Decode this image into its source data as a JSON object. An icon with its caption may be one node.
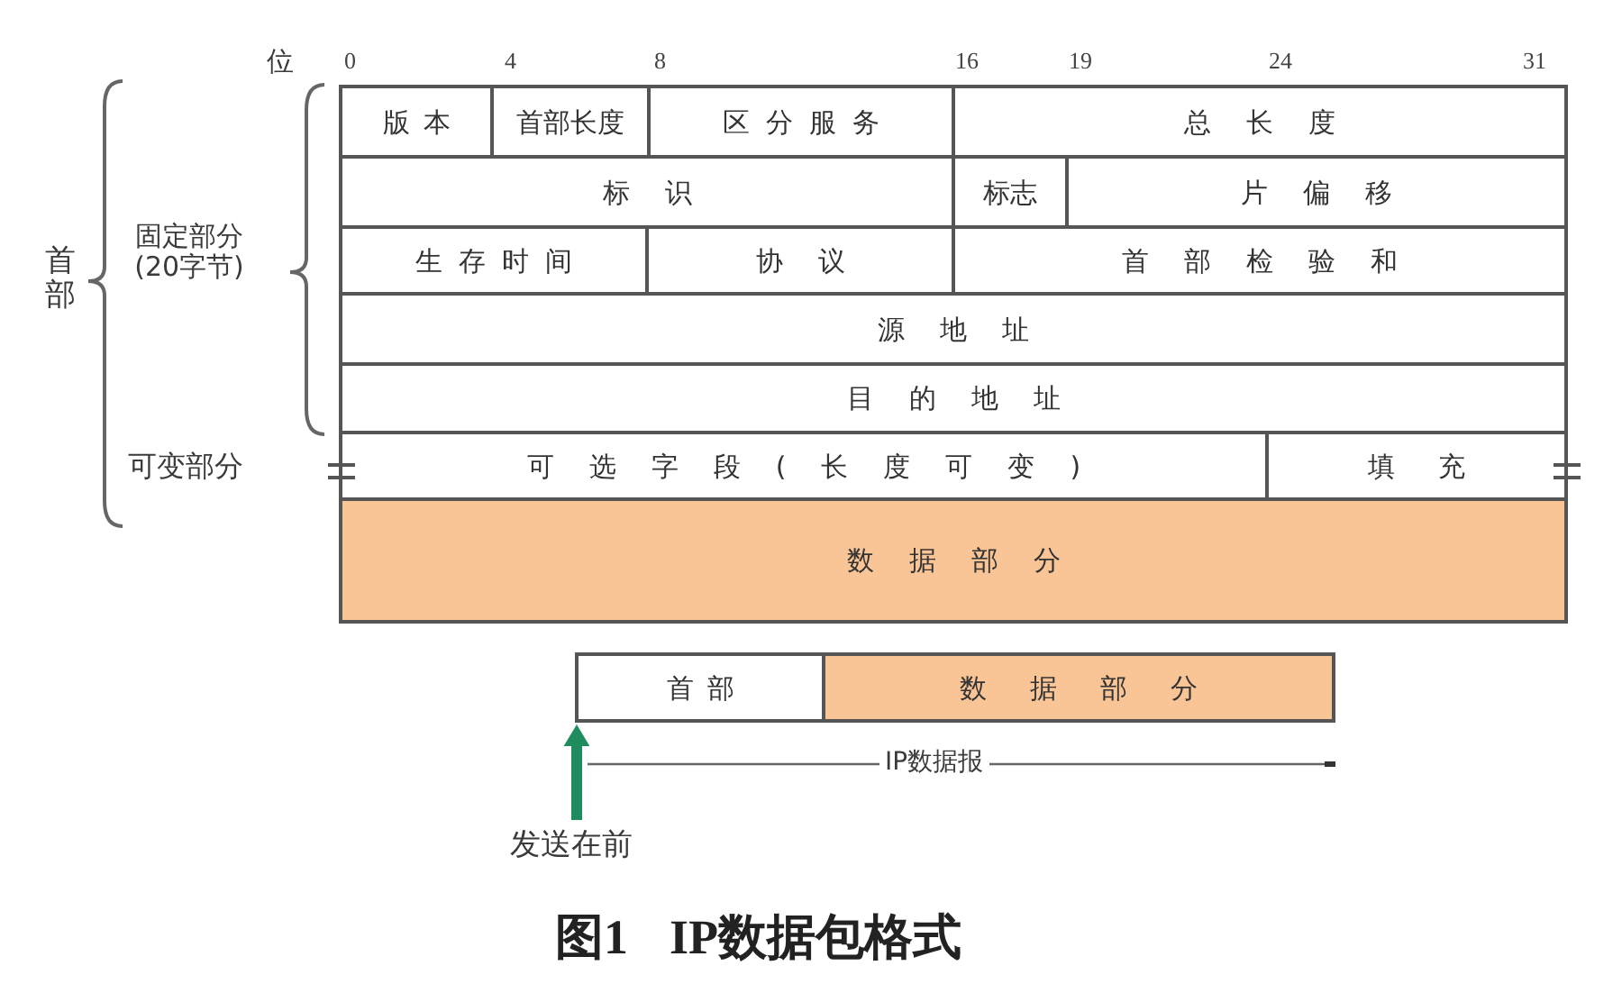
{
  "diagram": {
    "caption": "图1 IP数据包格式",
    "nodes": [
      {
        "text": [
          "版本"
        ]
      },
      {
        "text": [
          "首部长度"
        ]
      },
      {
        "text": [
          "区分服务"
        ]
      },
      {
        "text": [
          "总长度"
        ]
      },
      {
        "text": [
          "标识"
        ]
      },
      {
        "text": [
          "标志"
        ]
      },
      {
        "text": [
          "片偏移"
        ]
      },
      {
        "text": [
          "生存时间"
        ]
      },
      {
        "text": [
          "协议"
        ]
      },
      {
        "text": [
          "首部检验和"
        ]
      },
      {
        "text": [
          "源地址"
        ]
      },
      {
        "text": [
          "目的地址"
        ]
      },
      {
        "text": [
          "可选字段(长度可变)"
        ]
      },
      {
        "text": [
          "填充"
        ]
      },
      {
        "text": [
          "数据部分"
        ]
      },
      {
        "text": [
          "首部"
        ]
      },
      {
        "text": [
          "数据部分"
        ]
      },
      {
        "text": [
          "发送在前"
        ]
      }
    ],
    "edges": [
      {
        "from": 17,
        "to": 15,
        "arrow": "to",
        "color": "#1e8c5f"
      }
    ],
    "labels": [
      "位",
      "0",
      "4",
      "8",
      "16",
      "19",
      "24",
      "31",
      "固定部分(20字节)",
      "首部",
      "可变部分",
      "IP数据报"
    ]
  }
}
